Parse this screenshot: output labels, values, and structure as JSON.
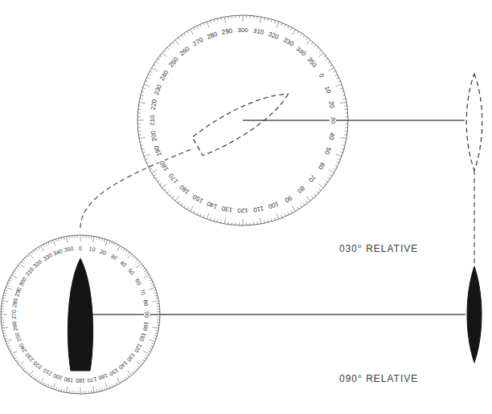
{
  "diagram": {
    "nodes": [
      {
        "text": [
          "0",
          "10",
          "20",
          "30",
          "40",
          "50",
          "60",
          "70",
          "80",
          "90",
          "100",
          "110",
          "120",
          "130",
          "140",
          "150",
          "160",
          "170",
          "180",
          "190",
          "200",
          "210",
          "220",
          "230",
          "240",
          "250",
          "260",
          "270",
          "280",
          "290",
          "300",
          "310",
          "320",
          "330",
          "340",
          "350"
        ]
      },
      {
        "text": [
          "0",
          "10",
          "20",
          "30",
          "40",
          "50",
          "60",
          "70",
          "80",
          "90",
          "100",
          "110",
          "120",
          "130",
          "140",
          "150",
          "160",
          "170",
          "180",
          "190",
          "200",
          "210",
          "220",
          "230",
          "240",
          "250",
          "260",
          "270",
          "280",
          "290",
          "300",
          "310",
          "320",
          "330",
          "340",
          "350"
        ]
      }
    ],
    "labels": [
      "030° RELATIVE",
      "090° RELATIVE"
    ]
  }
}
